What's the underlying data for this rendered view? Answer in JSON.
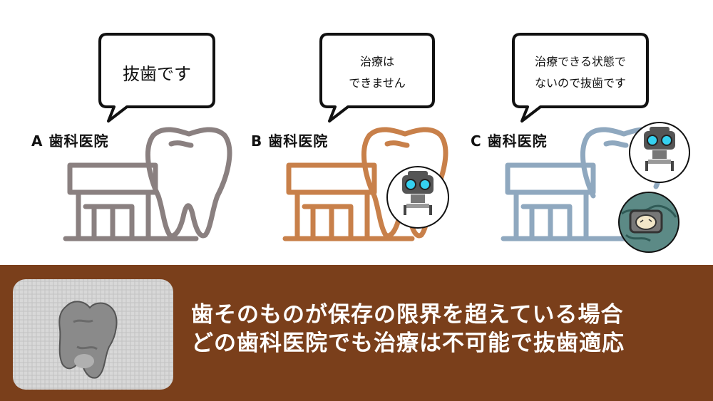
{
  "clinics": [
    {
      "label": "A 歯科医院",
      "speech_lines": [
        "抜歯です"
      ],
      "color": "#8a8080"
    },
    {
      "label": "B 歯科医院",
      "speech_lines": [
        "治療は",
        "できません"
      ],
      "color": "#c8804a"
    },
    {
      "label": "C 歯科医院",
      "speech_lines": [
        "治療できる状態で",
        "ないので抜歯です"
      ],
      "color": "#8fa8bf"
    }
  ],
  "caption": {
    "line1": "歯そのものが保存の限界を超えている場合",
    "line2": "どの歯科医院でも治療は不可能で抜歯適応"
  },
  "colors": {
    "banner": "#7a3f1b",
    "robot_eye": "#35d1f0"
  },
  "icons": [
    "building-tooth-icon",
    "robot-icon",
    "microscope-view-icon",
    "extracted-tooth-photo"
  ]
}
